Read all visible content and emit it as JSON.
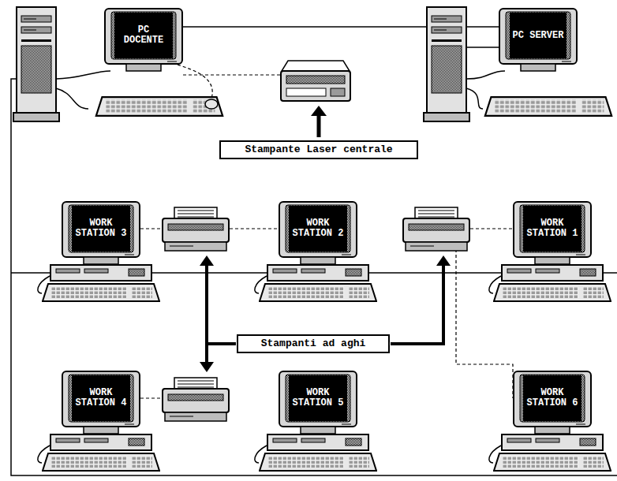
{
  "diagram": {
    "nodes": [
      {
        "text": [
          "PC DOCENTE"
        ]
      },
      {
        "text": [
          "PC SERVER"
        ]
      },
      {
        "text": [
          "Stampante Laser centrale"
        ]
      },
      {
        "text": [
          "WORK STATION 3"
        ]
      },
      {
        "text": [
          "WORK STATION 2"
        ]
      },
      {
        "text": [
          "WORK STATION 1"
        ]
      },
      {
        "text": [
          "Stampanti ad aghi"
        ]
      },
      {
        "text": [
          "WORK STATION 4"
        ]
      },
      {
        "text": [
          "WORK STATION 5"
        ]
      },
      {
        "text": [
          "WORK STATION 6"
        ]
      }
    ],
    "edges": [
      {
        "from": 0,
        "to": 1,
        "arrow": "none"
      }
    ]
  }
}
